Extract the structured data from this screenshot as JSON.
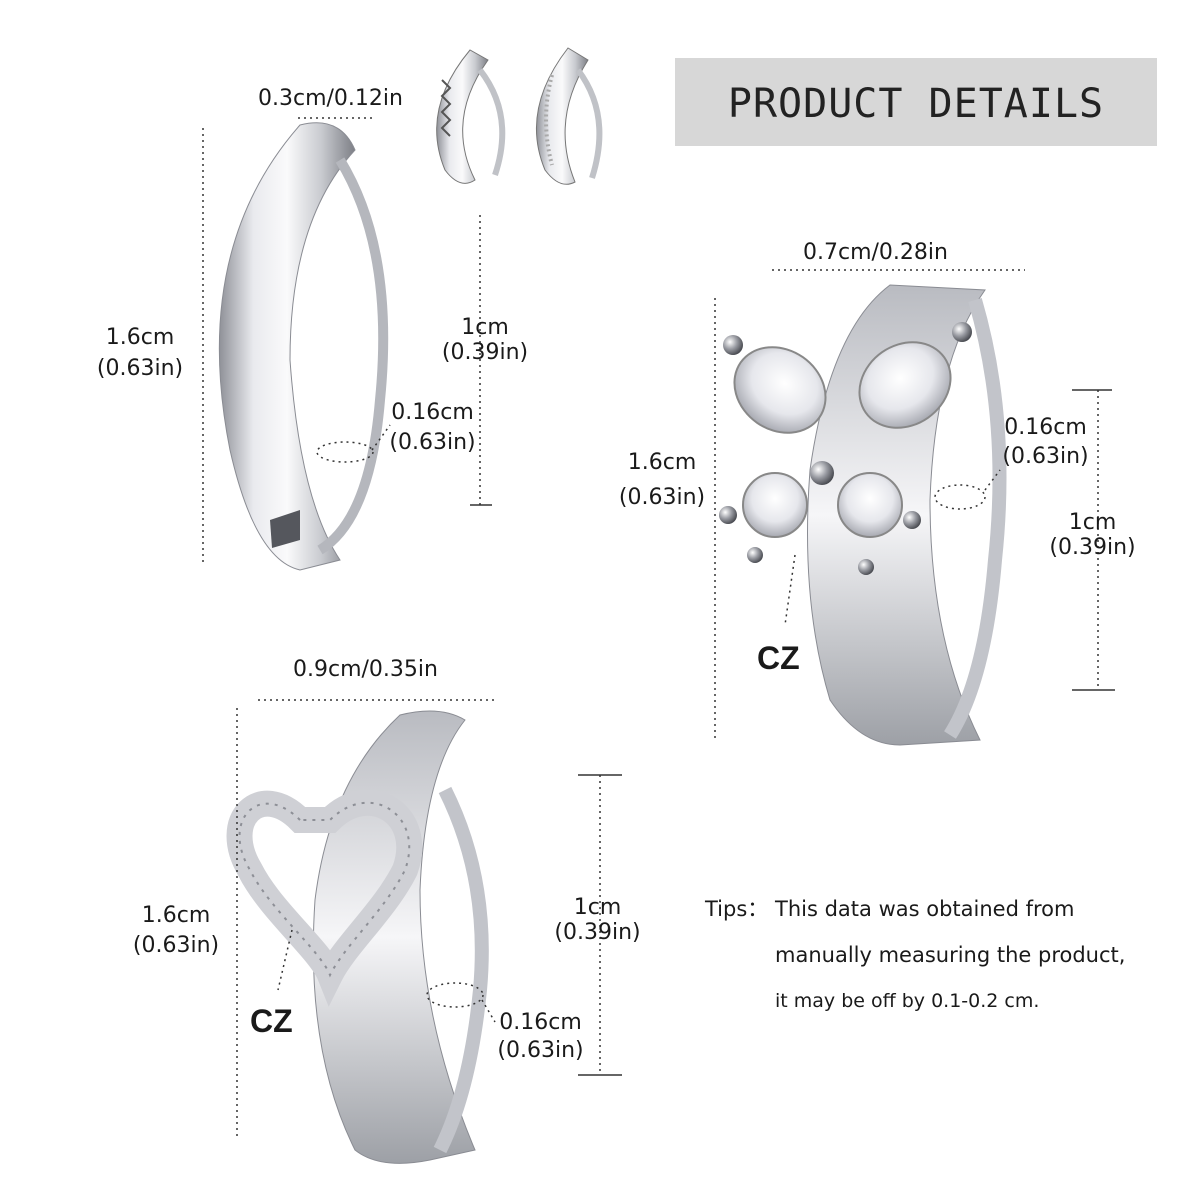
{
  "header": {
    "title": "PRODUCT DETAILS"
  },
  "ring_plain": {
    "width_label": "0.3cm/0.12in",
    "height_label_cm": "1.6cm",
    "height_label_in": "(0.63in)",
    "bar_height_cm": "1cm",
    "bar_height_in": "(0.39in)",
    "thickness_cm": "0.16cm",
    "thickness_in": "(0.63in)"
  },
  "ring_butterfly": {
    "width_label": "0.7cm/0.28in",
    "height_label_cm": "1.6cm",
    "height_label_in": "(0.63in)",
    "bar_height_cm": "1cm",
    "bar_height_in": "(0.39in)",
    "thickness_cm": "0.16cm",
    "thickness_in": "(0.63in)",
    "stone_label": "CZ"
  },
  "ring_heart": {
    "width_label": "0.9cm/0.35in",
    "height_label_cm": "1.6cm",
    "height_label_in": "(0.63in)",
    "bar_height_cm": "1cm",
    "bar_height_in": "(0.39in)",
    "thickness_cm": "0.16cm",
    "thickness_in": "(0.63in)",
    "stone_label": "CZ"
  },
  "tips": {
    "prefix": "Tips：",
    "line1": "This data was obtained from",
    "line2": "manually measuring the product,",
    "line3": "it may be off by 0.1-0.2 cm."
  },
  "colors": {
    "title_bg": "#d7d7d7",
    "metal_light": "#f4f4f6",
    "metal_dark": "#9a9ca3"
  }
}
